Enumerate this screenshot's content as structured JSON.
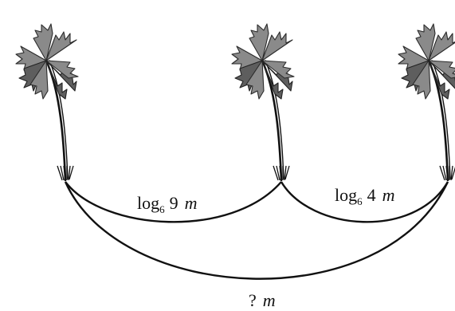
{
  "labels": {
    "left_distance": {
      "base": "log",
      "subscript": "6",
      "argument": "9",
      "unit": "m"
    },
    "right_distance": {
      "base": "log",
      "subscript": "6",
      "argument": "4",
      "unit": "m"
    },
    "total_distance": {
      "value": "?",
      "unit": "m"
    }
  },
  "trees": [
    {
      "name": "palm-tree-left"
    },
    {
      "name": "palm-tree-middle"
    },
    {
      "name": "palm-tree-right"
    }
  ]
}
